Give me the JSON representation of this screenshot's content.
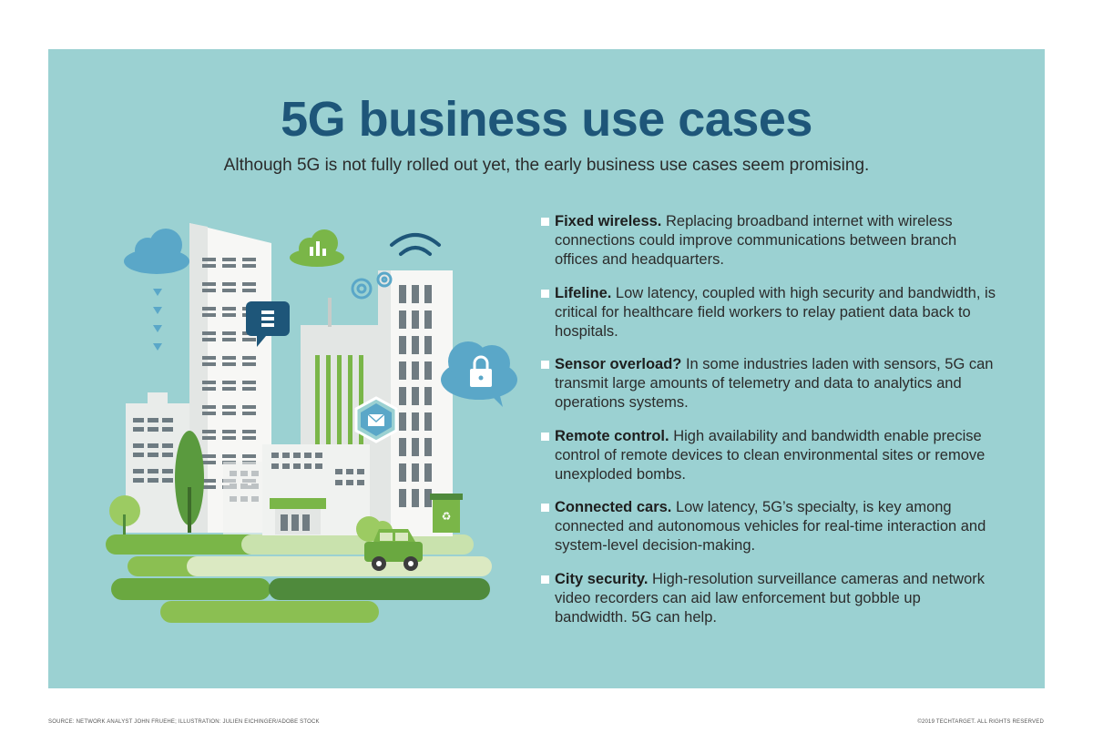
{
  "header": {
    "title": "5G business use cases",
    "subtitle": "Although 5G is not fully rolled out yet, the early business use cases seem promising."
  },
  "use_cases": [
    {
      "lead": "Fixed wireless.",
      "text": " Replacing broadband internet with wireless connections could improve communications between branch offices and headquarters."
    },
    {
      "lead": "Lifeline.",
      "text": " Low latency, coupled with high security and bandwidth, is critical for healthcare field workers to relay patient data back to hospitals."
    },
    {
      "lead": "Sensor overload?",
      "text": " In some industries laden with sensors, 5G can transmit large amounts of telemetry and data to analytics and operations systems."
    },
    {
      "lead": "Remote control.",
      "text": " High availability and bandwidth enable precise control of remote devices to clean environmental sites or remove unexploded bombs."
    },
    {
      "lead": "Connected cars.",
      "text": " Low latency, 5G’s specialty, is key among connected and autonomous vehicles for real-time interaction and system-level decision-making."
    },
    {
      "lead": "City security.",
      "text": " High-resolution surveillance cameras and network video recorders can aid law enforcement but gobble up bandwidth. 5G can help."
    }
  ],
  "footer": {
    "source": "SOURCE: NETWORK ANALYST JOHN FRUEHE; ILLUSTRATION: JULIEN EICHINGER/ADOBE STOCK",
    "copyright": "©2019 TECHTARGET. ALL RIGHTS RESERVED"
  },
  "colors": {
    "panel": "#9bd1d2",
    "title": "#1e5679",
    "green": "#7ab648",
    "dark_green": "#4f8a3c",
    "cloud_blue": "#5aa7c8",
    "navy": "#1e5679"
  },
  "icons": [
    "cloud-icon",
    "chart-cloud-icon",
    "wifi-icon",
    "gear-icon",
    "server-chat-icon",
    "lock-cloud-icon",
    "mail-hexagon-icon",
    "recycle-bin-icon",
    "car-icon",
    "tree-icon"
  ]
}
